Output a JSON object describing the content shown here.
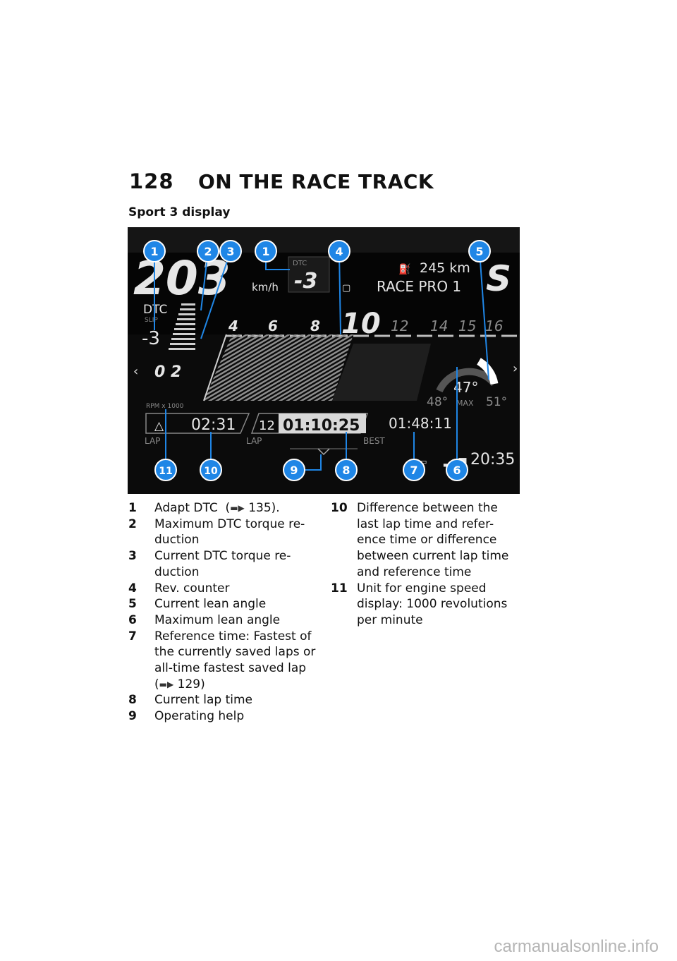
{
  "header": {
    "page_number": "128",
    "chapter_title": "ON THE RACE TRACK"
  },
  "section": {
    "title": "Sport 3 display"
  },
  "display": {
    "speed": "203",
    "speed_unit": "km/h",
    "dtc_label": "DTC",
    "dtc_sub_label": "SLIP",
    "dtc_value": "-3",
    "dtc_top_label": "DTC",
    "dtc_top_value": "-3",
    "range_value": "245 km",
    "riding_mode": "RACE PRO 1",
    "gear": "S",
    "rev_ticks": [
      "4",
      "6",
      "8",
      "10",
      "12",
      "14",
      "15",
      "16"
    ],
    "rpm_unit": "RPM x 1000",
    "small_value": "0 2",
    "lean_current": "47°",
    "lean_max_left": "48°",
    "lean_max_label": "MAX",
    "lean_max_right": "51°",
    "lap_difference": "02:31",
    "lap_label_1": "LAP",
    "lap_number": "12",
    "lap_label_2": "LAP",
    "current_lap_time": "01:10:25",
    "best_time": "01:48:11",
    "best_label": "BEST",
    "clock": "20:35",
    "callout_color": "#1f86e6"
  },
  "callouts": [
    {
      "num": "1"
    },
    {
      "num": "2"
    },
    {
      "num": "3"
    },
    {
      "num": "1"
    },
    {
      "num": "4"
    },
    {
      "num": "5"
    },
    {
      "num": "11"
    },
    {
      "num": "10"
    },
    {
      "num": "9"
    },
    {
      "num": "8"
    },
    {
      "num": "7"
    },
    {
      "num": "6"
    }
  ],
  "legend_left": [
    {
      "num": "1",
      "text": "Adapt DTC",
      "ref": "135)."
    },
    {
      "num": "2",
      "text": "Maximum DTC torque re-duction"
    },
    {
      "num": "3",
      "text": "Current DTC torque re-duction"
    },
    {
      "num": "4",
      "text": "Rev. counter"
    },
    {
      "num": "5",
      "text": "Current lean angle"
    },
    {
      "num": "6",
      "text": "Maximum lean angle"
    },
    {
      "num": "7",
      "text": "Reference time: Fastest of the currently saved laps or all-time fastest saved lap",
      "ref": "129)"
    },
    {
      "num": "8",
      "text": "Current lap time"
    },
    {
      "num": "9",
      "text": "Operating help"
    }
  ],
  "legend_right": [
    {
      "num": "10",
      "text": "Difference between the last lap time and refer-ence time or difference between current lap time and reference time"
    },
    {
      "num": "11",
      "text": "Unit for engine speed display: 1000 revolutions per minute"
    }
  ],
  "watermark": "carmanualsonline.info"
}
